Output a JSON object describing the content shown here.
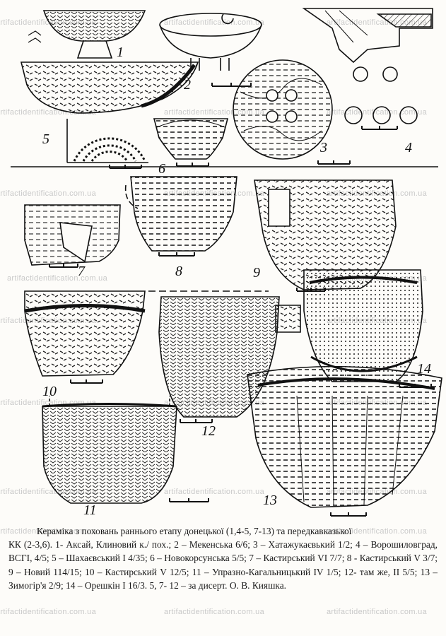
{
  "watermark": "artifactidentification.com.ua",
  "figure_numbers": [
    "1",
    "2",
    "3",
    "4",
    "5",
    "6",
    "7",
    "8",
    "9",
    "10",
    "11",
    "12",
    "13",
    "14"
  ],
  "caption": {
    "line1": "Кераміка з поховань раннього етапу донецької (1,4-5, 7-13) та передкавказької",
    "rest": "КК (2-3,6). 1- Аксай, Клиновий к./ пох.; 2 – Мекенська 6/6; 3 – Хатажукаєвький 1/2; 4 – Ворошиловград, ВСГІ, 4/5; 5 – Шахаєвський І 4/35; 6 – Новокорсунська 5/5; 7 – Кастирський VI 7/7; 8 - Кастирський V 3/7; 9 – Новий 114/15; 10 – Кастирський V 12/5; 11 – Упразно-Кагальницький IV 1/5; 12- там же, II 5/5; 13 – Зимогір'я 2/9; 14 – Орешкін І 16/3. 5, 7- 12 – за дисерт. О. В. Кияшка."
  }
}
